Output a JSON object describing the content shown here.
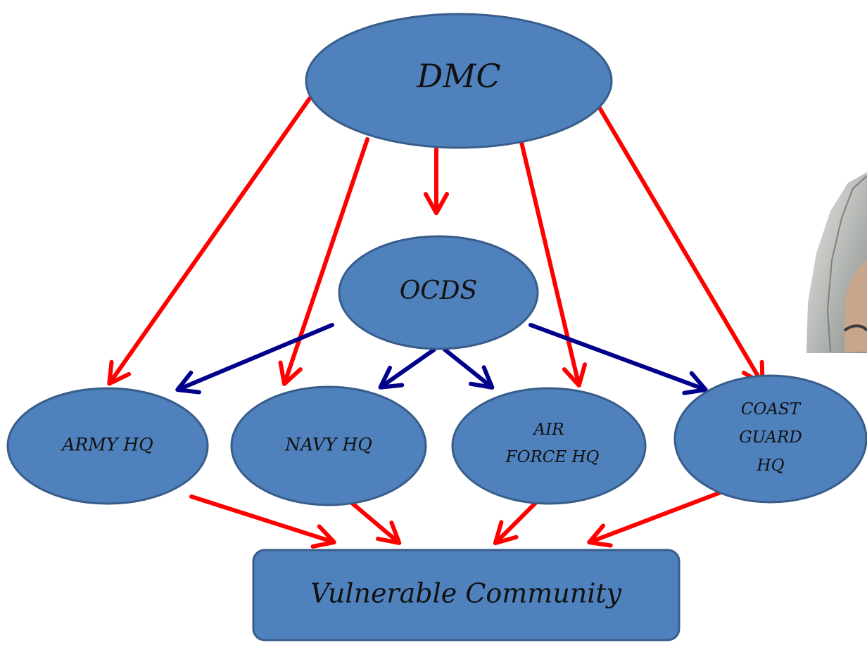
{
  "diagram": {
    "nodes": {
      "dmc": "DMC",
      "ocds": "OCDS",
      "army": "ARMY HQ",
      "navy": "NAVY HQ",
      "air_force": [
        "AIR",
        "FORCE HQ"
      ],
      "coast_guard": [
        "COAST",
        "GUARD",
        "HQ"
      ],
      "community": "Vulnerable Community"
    },
    "edges": [
      {
        "from": "DMC",
        "to": "ARMY HQ",
        "color": "red"
      },
      {
        "from": "DMC",
        "to": "NAVY HQ",
        "color": "red"
      },
      {
        "from": "DMC",
        "to": "OCDS",
        "color": "red"
      },
      {
        "from": "DMC",
        "to": "AIR FORCE HQ",
        "color": "red"
      },
      {
        "from": "DMC",
        "to": "COAST GUARD HQ",
        "color": "red"
      },
      {
        "from": "OCDS",
        "to": "ARMY HQ",
        "color": "blue"
      },
      {
        "from": "OCDS",
        "to": "NAVY HQ",
        "color": "blue"
      },
      {
        "from": "OCDS",
        "to": "AIR FORCE HQ",
        "color": "blue"
      },
      {
        "from": "OCDS",
        "to": "COAST GUARD HQ",
        "color": "blue"
      },
      {
        "from": "ARMY HQ",
        "to": "Vulnerable Community",
        "color": "red"
      },
      {
        "from": "NAVY HQ",
        "to": "Vulnerable Community",
        "color": "red"
      },
      {
        "from": "AIR FORCE HQ",
        "to": "Vulnerable Community",
        "color": "red"
      },
      {
        "from": "COAST GUARD HQ",
        "to": "Vulnerable Community",
        "color": "red"
      }
    ]
  },
  "colors": {
    "node_fill": "#4f81bd",
    "node_border": "#385d8a",
    "red_arrow": "#ff0000",
    "blue_arrow": "#00008b"
  }
}
